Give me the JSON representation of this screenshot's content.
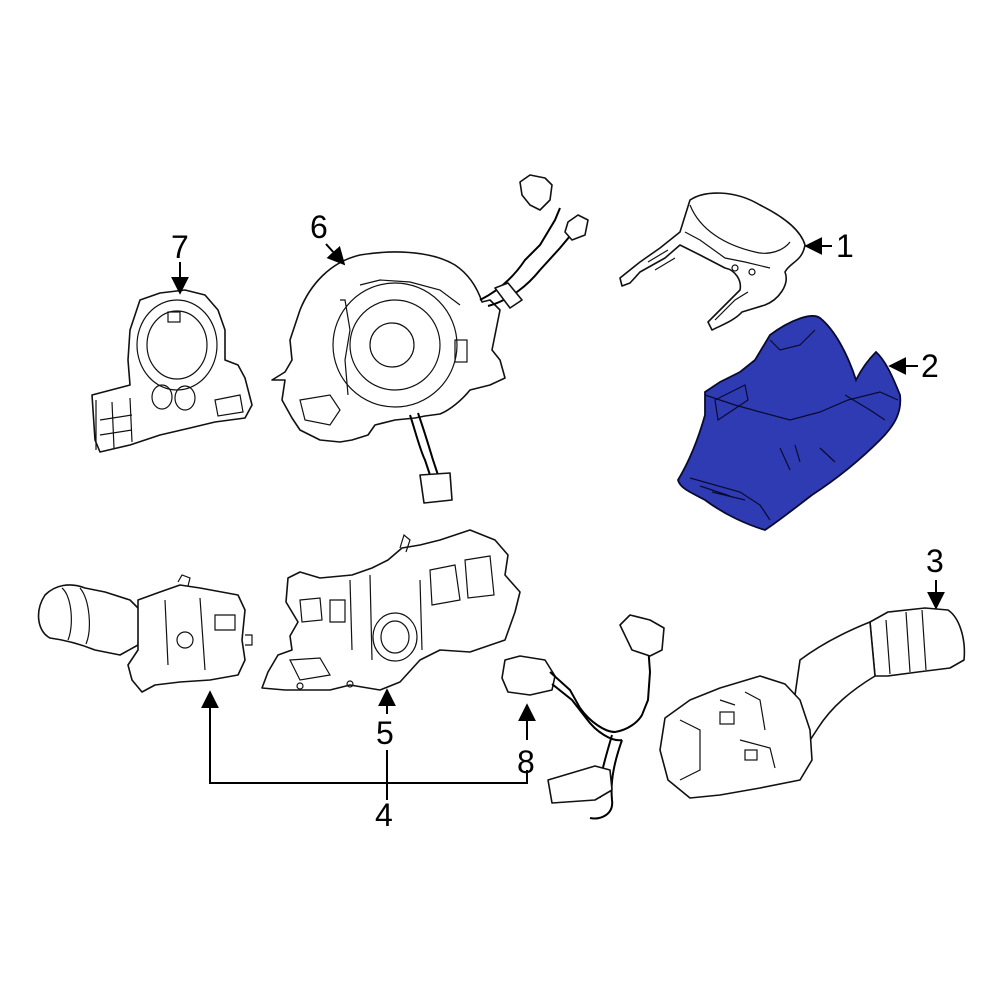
{
  "callouts": {
    "c1": "1",
    "c2": "2",
    "c3": "3",
    "c4": "4",
    "c5": "5",
    "c6": "6",
    "c7": "7",
    "c8": "8"
  },
  "colors": {
    "highlight": "#2f3bb3",
    "line": "#111111",
    "background": "#ffffff"
  }
}
